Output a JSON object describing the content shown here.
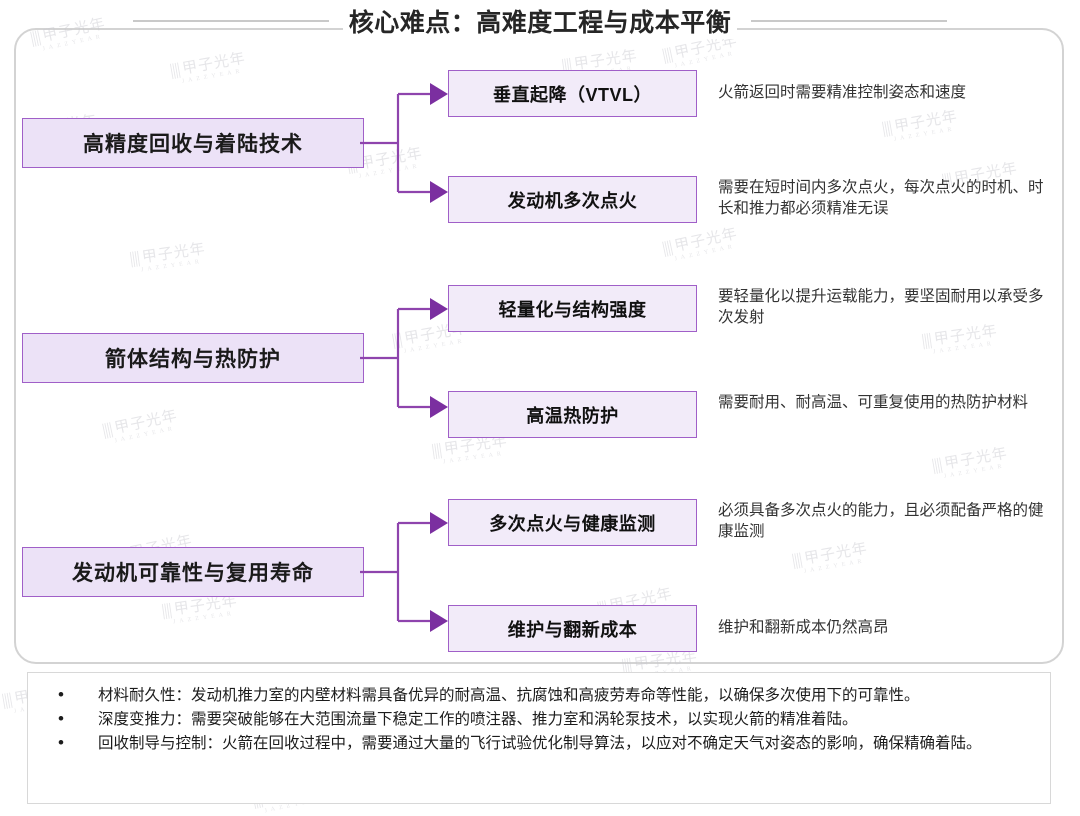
{
  "title": {
    "text": "核心难点：高难度工程与成本平衡"
  },
  "colors": {
    "box_border": "#a05fc8",
    "parent_fill": "#ece2f7",
    "child_fill": "#f2ebf9",
    "connector": "#8e44ad",
    "frame_border": "#d3d3d3",
    "title_text": "#262626",
    "desc_text": "#333333"
  },
  "watermark": {
    "text": "甲子光年",
    "sub": "JAZZYEAR"
  },
  "groups": [
    {
      "parent": "高精度回收与着陆技术",
      "children": [
        {
          "label": "垂直起降（VTVL）",
          "desc": "火箭返回时需要精准控制姿态和速度"
        },
        {
          "label": "发动机多次点火",
          "desc": "需要在短时间内多次点火，每次点火的时机、时长和推力都必须精准无误"
        }
      ]
    },
    {
      "parent": "箭体结构与热防护",
      "children": [
        {
          "label": "轻量化与结构强度",
          "desc": "要轻量化以提升运载能力，要坚固耐用以承受多次发射"
        },
        {
          "label": "高温热防护",
          "desc": "需要耐用、耐高温、可重复使用的热防护材料"
        }
      ]
    },
    {
      "parent": "发动机可靠性与复用寿命",
      "children": [
        {
          "label": "多次点火与健康监测",
          "desc": "必须具备多次点火的能力，且必须配备严格的健康监测"
        },
        {
          "label": "维护与翻新成本",
          "desc": "维护和翻新成本仍然高昂"
        }
      ]
    }
  ],
  "notes": {
    "bullet_glyph": "•",
    "items": [
      "材料耐久性：发动机推力室的内壁材料需具备优异的耐高温、抗腐蚀和高疲劳寿命等性能，以确保多次使用下的可靠性。",
      "深度变推力：需要突破能够在大范围流量下稳定工作的喷注器、推力室和涡轮泵技术，以实现火箭的精准着陆。",
      "回收制导与控制：火箭在回收过程中，需要通过大量的飞行试验优化制导算法，以应对不确定天气对姿态的影响，确保精确着陆。"
    ]
  }
}
